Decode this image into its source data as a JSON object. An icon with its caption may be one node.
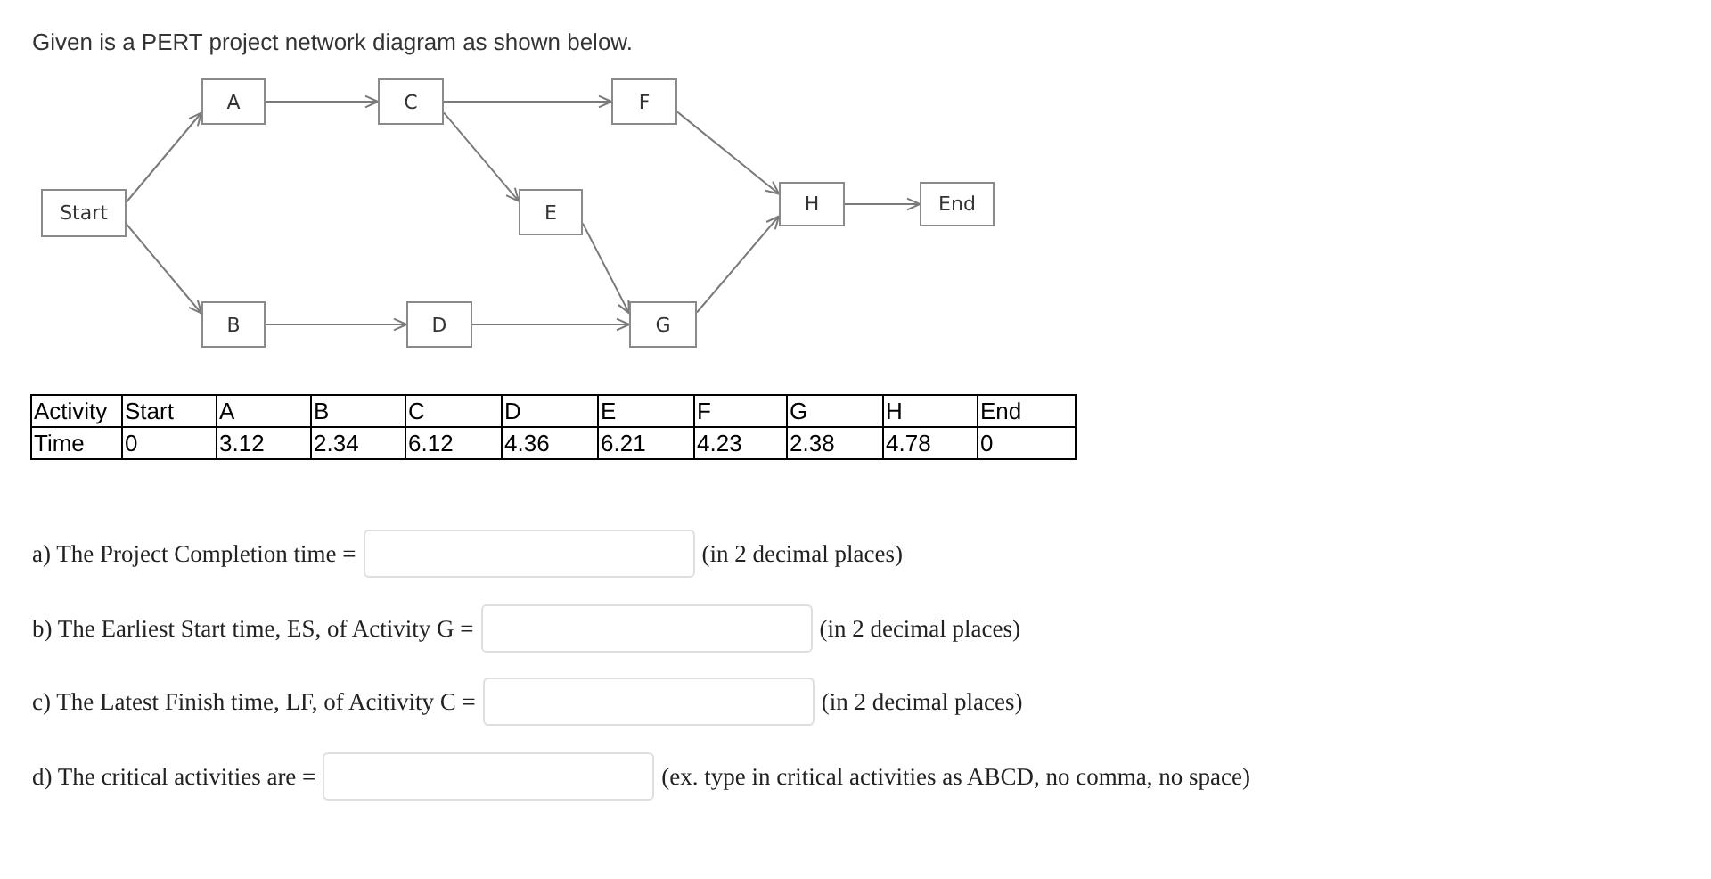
{
  "diagram": {
    "title": "Given is a PERT project network diagram as shown below.",
    "nodes": [
      {
        "text": [
          "Start"
        ]
      },
      {
        "text": [
          "A"
        ]
      },
      {
        "text": [
          "B"
        ]
      },
      {
        "text": [
          "C"
        ]
      },
      {
        "text": [
          "D"
        ]
      },
      {
        "text": [
          "E"
        ]
      },
      {
        "text": [
          "F"
        ]
      },
      {
        "text": [
          "G"
        ]
      },
      {
        "text": [
          "H"
        ]
      },
      {
        "text": [
          "End"
        ]
      }
    ],
    "edges": [
      {
        "from": 0,
        "to": 1,
        "arrow": "to"
      },
      {
        "from": 0,
        "to": 2,
        "arrow": "to"
      },
      {
        "from": 1,
        "to": 3,
        "arrow": "to"
      },
      {
        "from": 2,
        "to": 4,
        "arrow": "to"
      },
      {
        "from": 3,
        "to": 6,
        "arrow": "to"
      },
      {
        "from": 3,
        "to": 5,
        "arrow": "to"
      },
      {
        "from": 4,
        "to": 7,
        "arrow": "to"
      },
      {
        "from": 5,
        "to": 7,
        "arrow": "to"
      },
      {
        "from": 6,
        "to": 8,
        "arrow": "to"
      },
      {
        "from": 7,
        "to": 8,
        "arrow": "to"
      },
      {
        "from": 8,
        "to": 9,
        "arrow": "to"
      }
    ],
    "labels": [
      "Activity",
      "Start",
      "A",
      "B",
      "C",
      "D",
      "E",
      "F",
      "G",
      "H",
      "End",
      "Time",
      "0",
      "3.12",
      "2.34",
      "6.12",
      "4.36",
      "6.21",
      "4.23",
      "2.38",
      "4.78",
      "0",
      "a) The Project Completion time =",
      "(in 2 decimal places)",
      "b) The Earliest Start time, ES, of Activity G =",
      "(in 2 decimal places)",
      "c) The Latest Finish time, LF, of Acitivity C =",
      "(in 2 decimal places)",
      "d) The critical activities are =",
      "(ex. type in critical activities as ABCD, no comma, no space)"
    ]
  }
}
